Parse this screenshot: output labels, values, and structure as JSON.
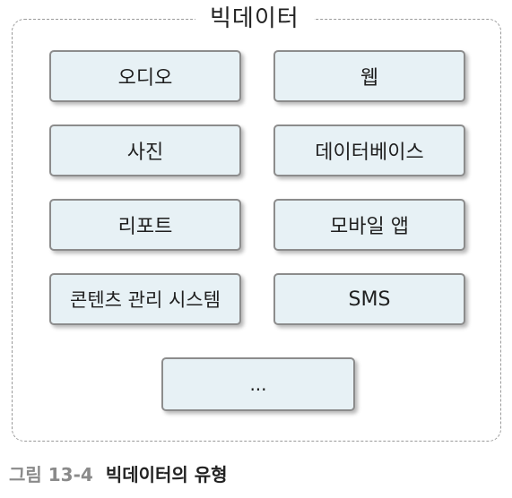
{
  "diagram": {
    "title": "빅데이터",
    "items": {
      "audio": "오디오",
      "web": "웹",
      "photo": "사진",
      "database": "데이터베이스",
      "report": "리포트",
      "mobile_app": "모바일 앱",
      "cms": "콘텐츠 관리 시스템",
      "sms": "SMS",
      "more": "..."
    }
  },
  "caption": {
    "number": "그림 13-4",
    "text": "빅데이터의 유형"
  }
}
